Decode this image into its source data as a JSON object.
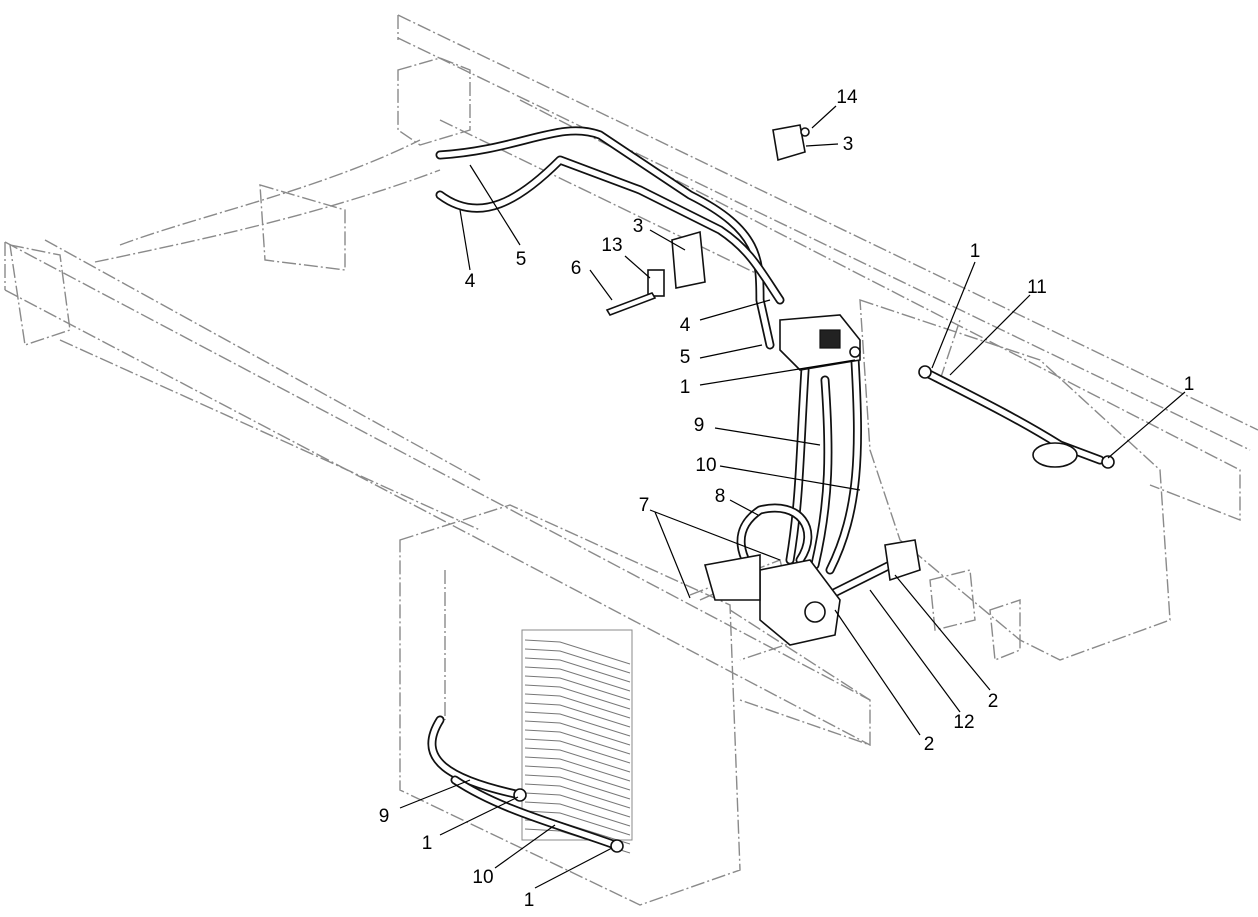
{
  "callouts": {
    "c14": "14",
    "c3a": "3",
    "c3b": "3",
    "c13": "13",
    "c6": "6",
    "c5a": "5",
    "c4a": "4",
    "c4b": "4",
    "c5b": "5",
    "c1a": "1",
    "c1b": "1",
    "c11": "11",
    "c1c": "1",
    "c9a": "9",
    "c10a": "10",
    "c8": "8",
    "c7": "7",
    "c2a": "2",
    "c12": "12",
    "c2b": "2",
    "c9b": "9",
    "c1d": "1",
    "c10b": "10",
    "c1e": "1"
  }
}
